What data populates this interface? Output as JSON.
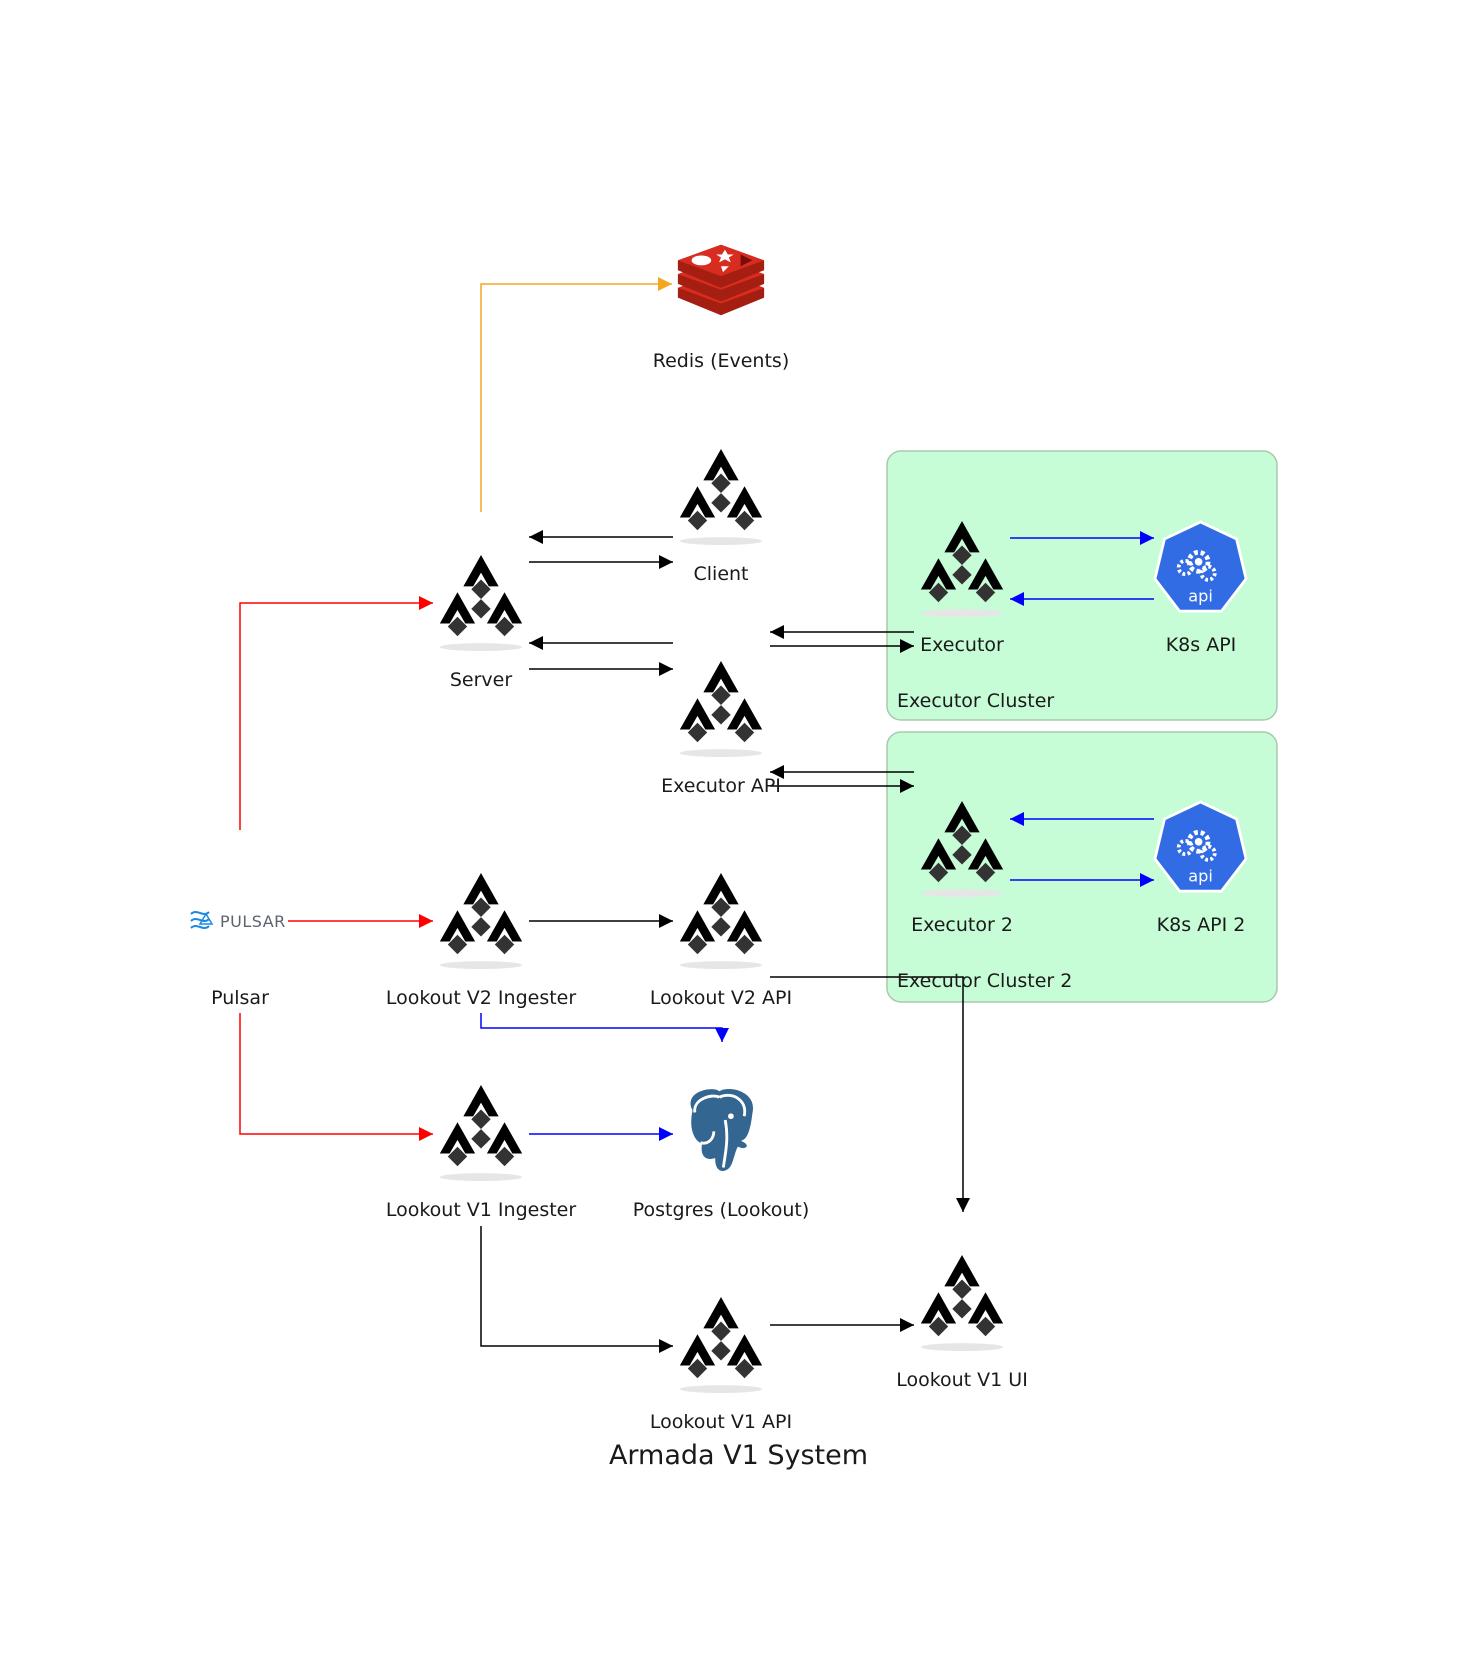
{
  "diagram": {
    "title": "Armada V1 System",
    "clusters": [
      {
        "id": "exec1",
        "label": "Executor Cluster"
      },
      {
        "id": "exec2",
        "label": "Executor Cluster 2"
      }
    ],
    "nodes": [
      {
        "id": "redis",
        "label": "Redis (Events)",
        "icon": "redis-icon"
      },
      {
        "id": "client",
        "label": "Client",
        "icon": "armada-icon"
      },
      {
        "id": "server",
        "label": "Server",
        "icon": "armada-icon"
      },
      {
        "id": "executor_api",
        "label": "Executor API",
        "icon": "armada-icon"
      },
      {
        "id": "executor",
        "label": "Executor",
        "icon": "armada-icon",
        "cluster": "exec1"
      },
      {
        "id": "k8s_api",
        "label": "K8s API",
        "icon": "kubernetes-api-icon",
        "cluster": "exec1"
      },
      {
        "id": "executor_2",
        "label": "Executor 2",
        "icon": "armada-icon",
        "cluster": "exec2"
      },
      {
        "id": "k8s_api_2",
        "label": "K8s API 2",
        "icon": "kubernetes-api-icon",
        "cluster": "exec2"
      },
      {
        "id": "pulsar",
        "label": "Pulsar",
        "icon": "pulsar-icon",
        "logo_text": "PULSAR"
      },
      {
        "id": "lookout_v2_ingester",
        "label": "Lookout V2 Ingester",
        "icon": "armada-icon"
      },
      {
        "id": "lookout_v2_api",
        "label": "Lookout V2 API",
        "icon": "armada-icon"
      },
      {
        "id": "lookout_v1_ingester",
        "label": "Lookout V1 Ingester",
        "icon": "armada-icon"
      },
      {
        "id": "postgres",
        "label": "Postgres (Lookout)",
        "icon": "postgres-icon"
      },
      {
        "id": "lookout_v1_api",
        "label": "Lookout V1 API",
        "icon": "armada-icon"
      },
      {
        "id": "lookout_v1_ui",
        "label": "Lookout V1 UI",
        "icon": "armada-icon"
      }
    ],
    "edges": [
      {
        "from": "server",
        "to": "redis",
        "color": "#f5a623"
      },
      {
        "from": "client",
        "to": "server",
        "color": "#000000"
      },
      {
        "from": "server",
        "to": "client",
        "color": "#000000"
      },
      {
        "from": "executor_api",
        "to": "server",
        "color": "#000000"
      },
      {
        "from": "server",
        "to": "executor_api",
        "color": "#000000"
      },
      {
        "from": "executor",
        "to": "executor_api",
        "color": "#000000"
      },
      {
        "from": "executor_api",
        "to": "executor",
        "color": "#000000"
      },
      {
        "from": "executor_2",
        "to": "executor_api",
        "color": "#000000"
      },
      {
        "from": "executor_api",
        "to": "executor_2",
        "color": "#000000"
      },
      {
        "from": "executor",
        "to": "k8s_api",
        "color": "#0000ff"
      },
      {
        "from": "k8s_api",
        "to": "executor",
        "color": "#0000ff"
      },
      {
        "from": "k8s_api_2",
        "to": "executor_2",
        "color": "#0000ff"
      },
      {
        "from": "executor_2",
        "to": "k8s_api_2",
        "color": "#0000ff"
      },
      {
        "from": "pulsar",
        "to": "server",
        "color": "#ff0000"
      },
      {
        "from": "pulsar",
        "to": "lookout_v2_ingester",
        "color": "#ff0000"
      },
      {
        "from": "pulsar",
        "to": "lookout_v1_ingester",
        "color": "#ff0000"
      },
      {
        "from": "lookout_v2_ingester",
        "to": "lookout_v2_api",
        "color": "#000000"
      },
      {
        "from": "lookout_v2_ingester",
        "to": "postgres",
        "color": "#0000ff"
      },
      {
        "from": "lookout_v1_ingester",
        "to": "postgres",
        "color": "#0000ff"
      },
      {
        "from": "lookout_v2_api",
        "to": "lookout_v1_ui",
        "color": "#000000"
      },
      {
        "from": "lookout_v1_ingester",
        "to": "lookout_v1_api",
        "color": "#000000"
      },
      {
        "from": "lookout_v1_api",
        "to": "lookout_v1_ui",
        "color": "#000000"
      }
    ]
  }
}
